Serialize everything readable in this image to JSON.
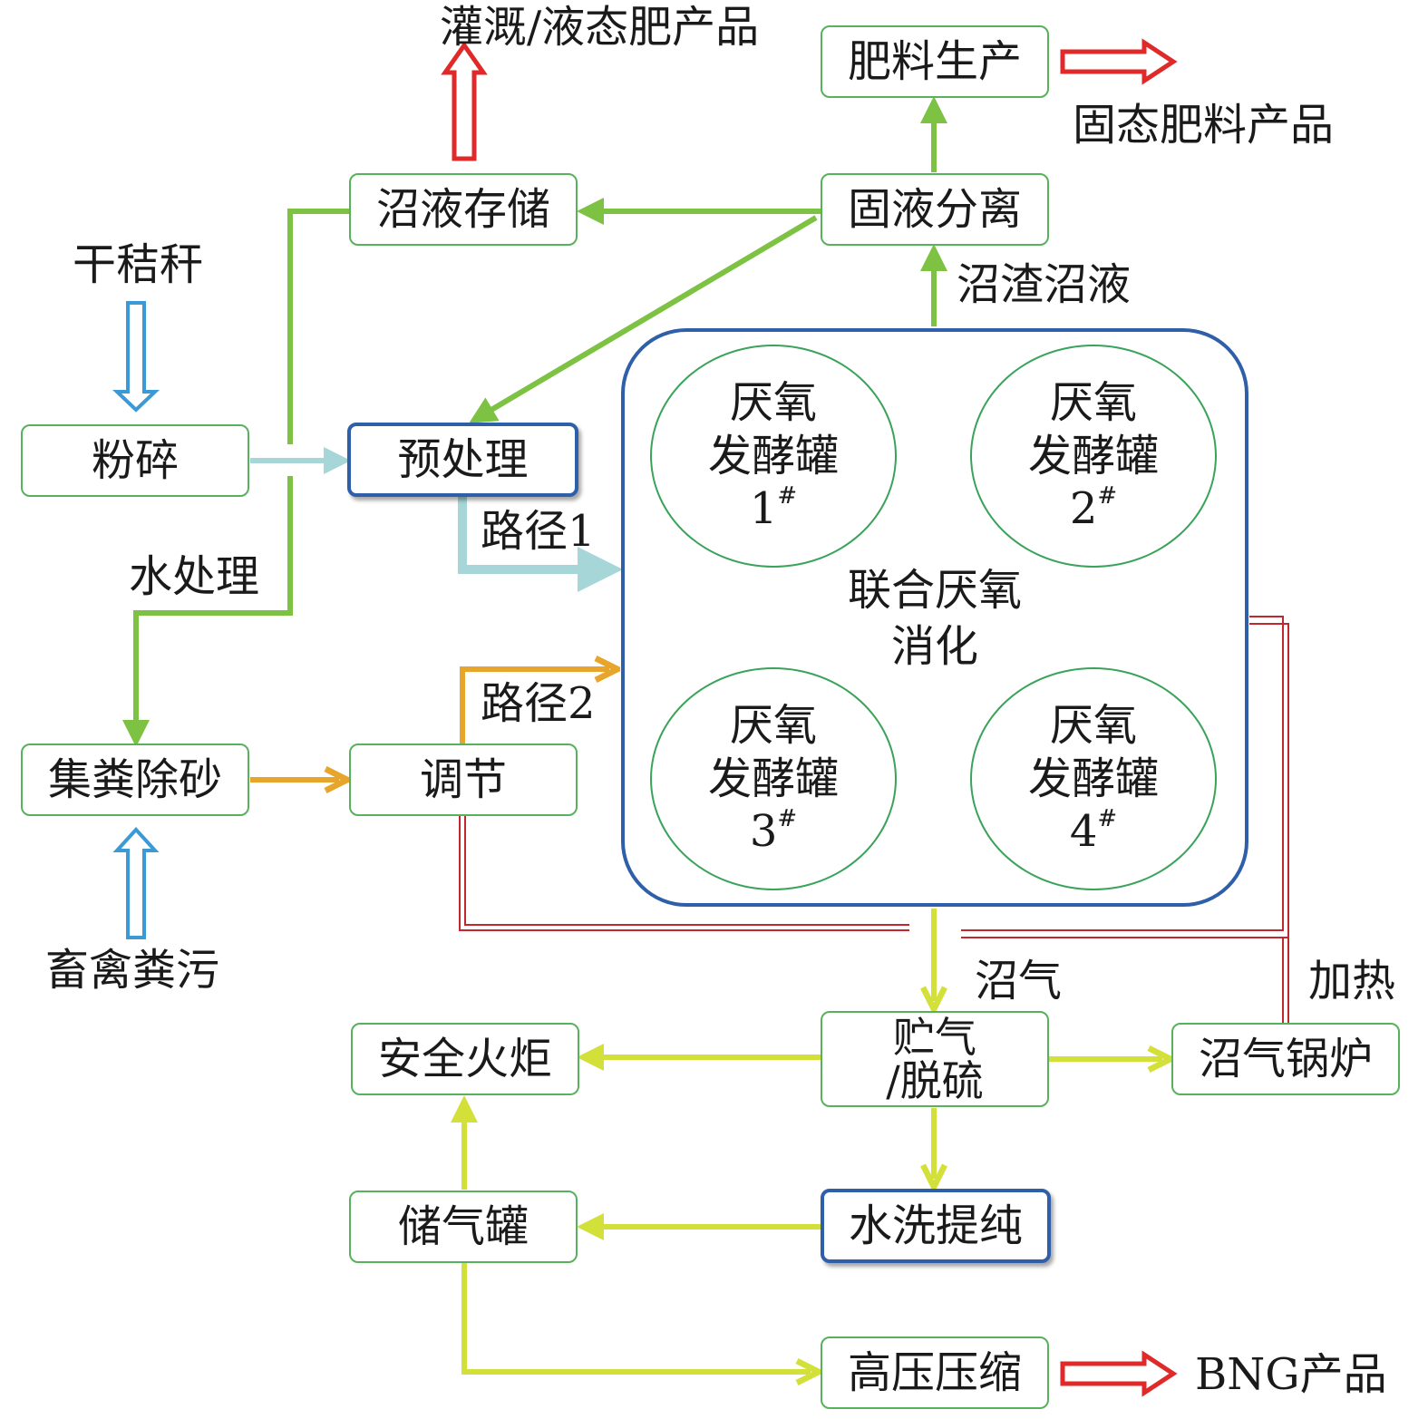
{
  "nodes": {
    "fertilizer_production": "肥料生产",
    "biogas_slurry_storage": "沼液存储",
    "solid_liquid_separation": "固液分离",
    "crushing": "粉碎",
    "pretreatment": "预处理",
    "manure_sand_removal": "集粪除砂",
    "adjustment": "调节",
    "safety_torch": "安全火炬",
    "gas_storage_desulfurization": {
      "line1": "贮气",
      "line2": "/脱硫"
    },
    "biogas_boiler": "沼气锅炉",
    "gas_tank": "储气罐",
    "water_wash_purification": "水洗提纯",
    "high_pressure_compression": "高压压缩"
  },
  "central": {
    "label_line1": "联合厌氧",
    "label_line2": "消化",
    "tanks": [
      {
        "line1": "厌氧",
        "line2": "发酵罐",
        "number": "1",
        "mark": "#"
      },
      {
        "line1": "厌氧",
        "line2": "发酵罐",
        "number": "2",
        "mark": "#"
      },
      {
        "line1": "厌氧",
        "line2": "发酵罐",
        "number": "3",
        "mark": "#"
      },
      {
        "line1": "厌氧",
        "line2": "发酵罐",
        "number": "4",
        "mark": "#"
      }
    ]
  },
  "labels": {
    "irrigation_product": "灌溉/液态肥产品",
    "solid_fertilizer_product": "固态肥料产品",
    "dry_straw": "干秸秆",
    "livestock_manure": "畜禽粪污",
    "digestate_slurry": "沼渣沼液",
    "water_treatment": "水处理",
    "route1": "路径1",
    "route2": "路径2",
    "biogas": "沼气",
    "heating": "加热",
    "bng_product": "BNG产品"
  },
  "colors": {
    "green_flow": "#7dc242",
    "yellow_flow": "#d4e03a",
    "orange_flow": "#e7a52b",
    "cyan_flow": "#a6d6d8",
    "red_product": "#e02a2a",
    "blue_input": "#3b9ad6",
    "heat_pipe": "#c0282d",
    "node_border_green": "#58b15c",
    "node_border_blue": "#2e5fa8"
  }
}
